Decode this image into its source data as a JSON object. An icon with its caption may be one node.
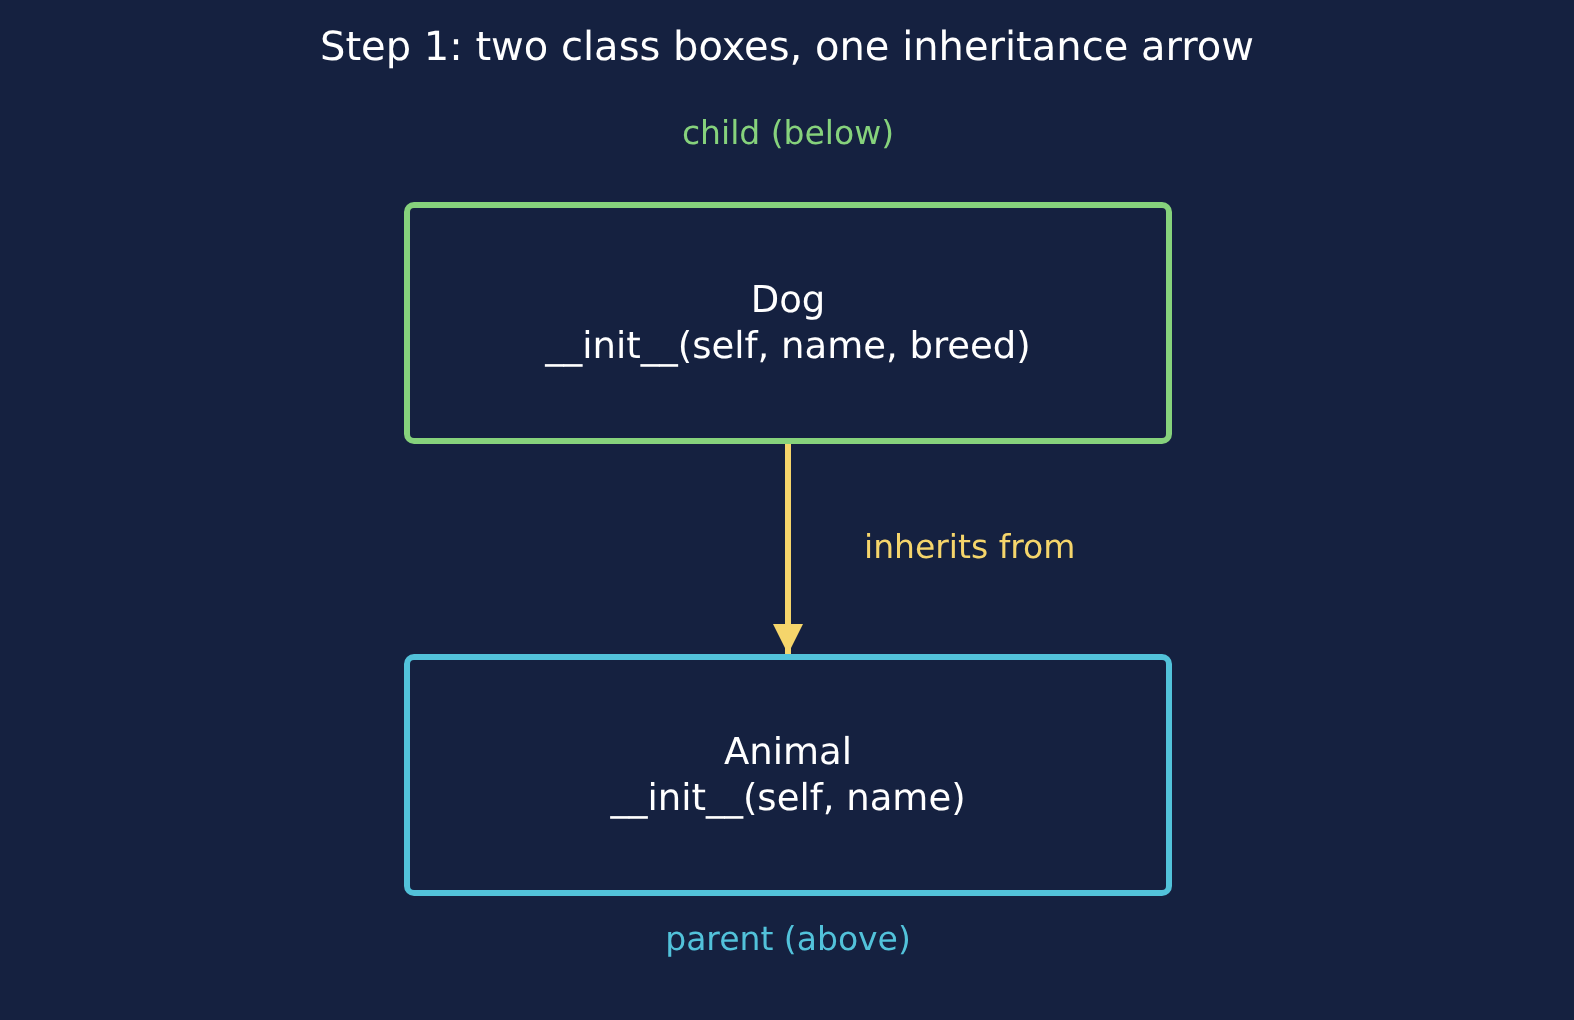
{
  "diagram": {
    "title": "Step 1: two class boxes, one inheritance arrow",
    "nodes": [
      {
        "text": [
          "Dog",
          "__init__(self, name, breed)"
        ],
        "beside": [
          "child (below)"
        ]
      },
      {
        "text": [
          "Animal",
          "__init__(self, name)"
        ],
        "beside": [
          "parent (above)"
        ]
      }
    ],
    "edges": [
      {
        "from": 0,
        "to": 1,
        "arrow": "to",
        "label": "inherits from",
        "color": "#f5d56b"
      }
    ]
  }
}
